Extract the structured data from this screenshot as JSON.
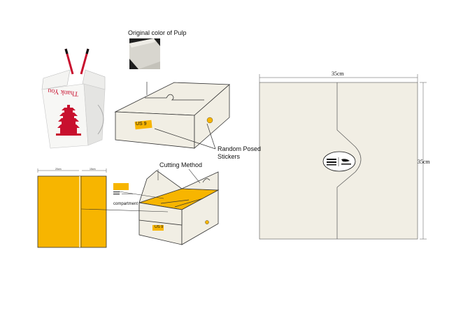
{
  "labels": {
    "original_color": "Original color of Pulp",
    "random_posed": "Random Posed",
    "stickers": "Stickers",
    "cutting_method": "Cutting Method",
    "compartment": "compartment",
    "width_35": "35cm",
    "height_35": "35cm",
    "us9_top": "US 9",
    "us9_bottom": "US 9",
    "carton_text": "Thank You",
    "dim_left_panel": "20cm",
    "dim_right_panel": "15cm"
  },
  "colors": {
    "pulp": "#f1eee4",
    "yellow": "#f7b500",
    "outline": "#333333",
    "carton_red": "#c8102e"
  },
  "icons": {
    "logo_mark": "brand-logo-icon",
    "sticker_dot": "sticker-dot-icon"
  }
}
